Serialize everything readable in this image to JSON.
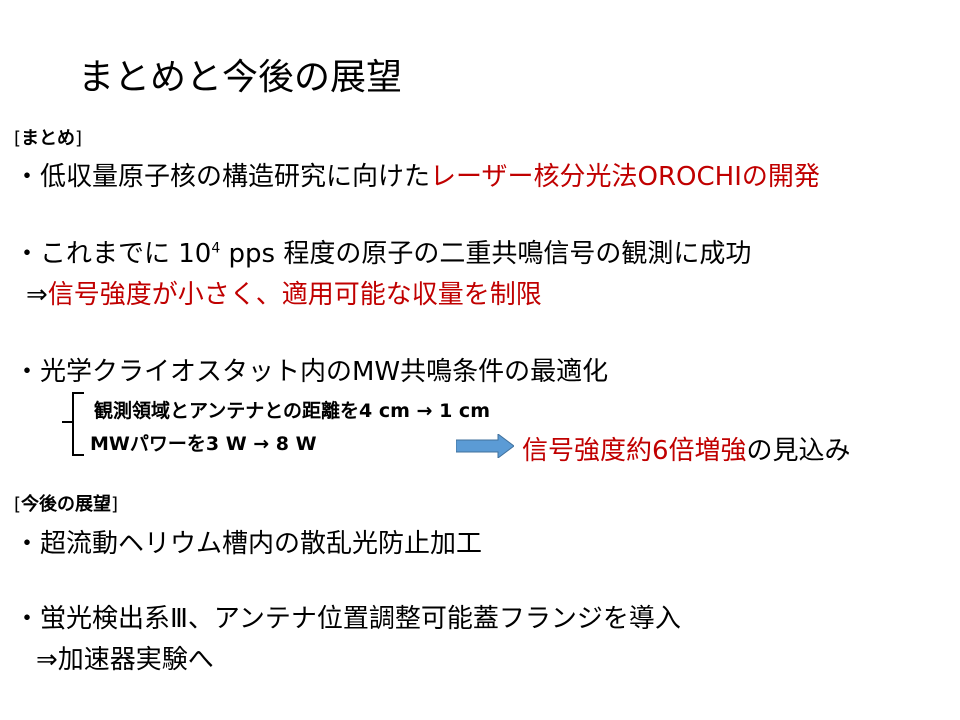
{
  "title": "まとめと今後の展望",
  "summary": {
    "heading_open": "[",
    "heading": "まとめ",
    "heading_close": "]",
    "item1_black": "・低収量原子核の構造研究に向けた",
    "item1_red": "レーザー核分光法OROCHIの開発",
    "item2_pre": "・これまでに 10",
    "item2_sup": "4",
    "item2_post": " pps 程度の原子の二重共鳴信号の観測に成功",
    "item2_arrow": "⇒",
    "item2_red": "信号強度が小さく、適用可能な収量を制限",
    "item3": "・光学クライオスタット内のMW共鳴条件の最適化",
    "sub1": "観測領域とアンテナとの距離を4 cm → 1 cm",
    "sub2": "MWパワーを3 W → 8 W",
    "result_red": "信号強度約6倍増強",
    "result_black": "の見込み"
  },
  "outlook": {
    "heading_open": "[",
    "heading": "今後の展望",
    "heading_close": "]",
    "item1": "・超流動ヘリウム槽内の散乱光防止加工",
    "item2": "・蛍光検出系Ⅲ、アンテナ位置調整可能蓋フランジを導入",
    "item2_result": "⇒加速器実験へ"
  },
  "colors": {
    "accent_red": "#c00000",
    "arrow_blue": "#5b9bd5"
  }
}
